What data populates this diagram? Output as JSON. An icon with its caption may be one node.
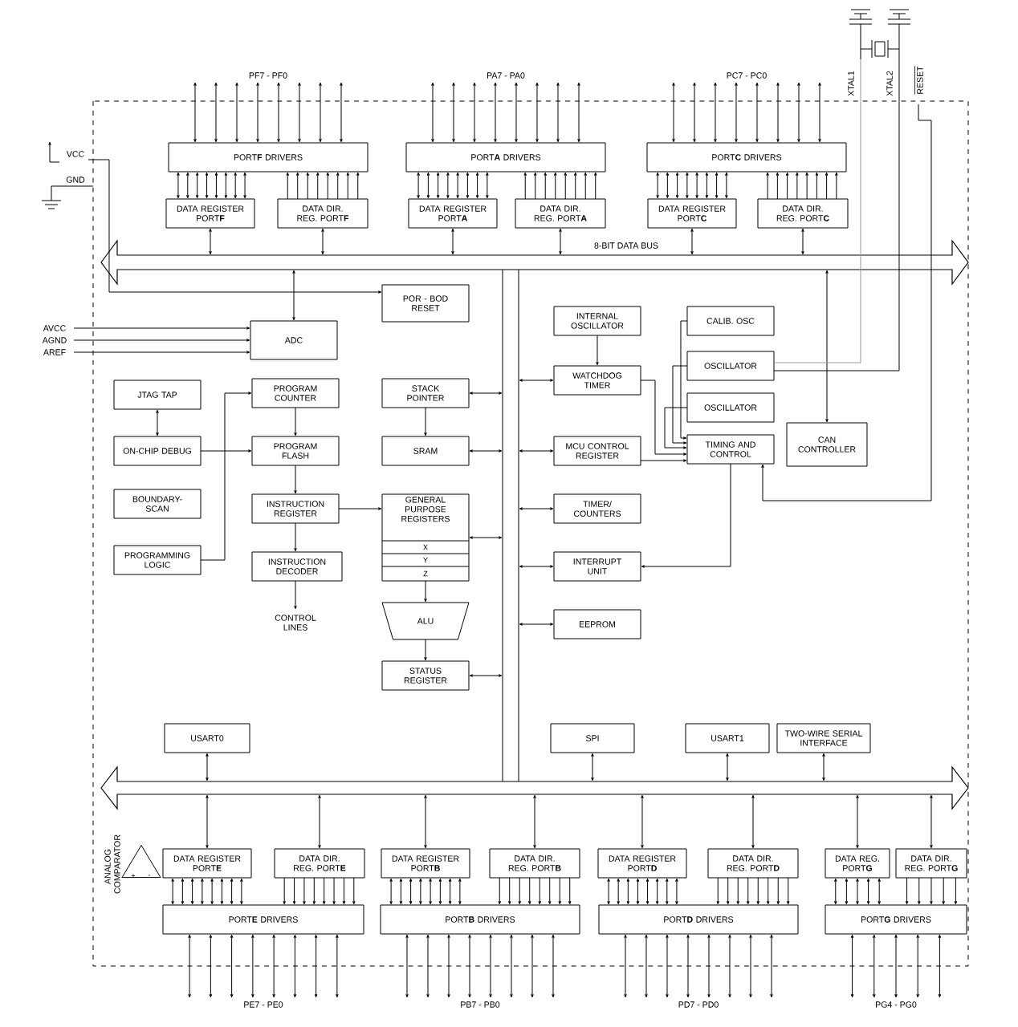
{
  "diagram": {
    "nodes": [
      {
        "text": [
          "PORT**F** DRIVERS"
        ]
      },
      {
        "text": [
          "DATA REGISTER PORT**F**"
        ]
      },
      {
        "text": [
          "DATA DIR. REG. PORT**F**"
        ]
      },
      {
        "text": [
          "PORT**A** DRIVERS"
        ]
      },
      {
        "text": [
          "DATA REGISTER PORT**A**"
        ]
      },
      {
        "text": [
          "DATA DIR. REG. PORT**A**"
        ]
      },
      {
        "text": [
          "PORT**C** DRIVERS"
        ]
      },
      {
        "text": [
          "DATA REGISTER PORT**C**"
        ]
      },
      {
        "text": [
          "DATA DIR. REG. PORT**C**"
        ]
      },
      {
        "text": [
          "POR - BOD RESET"
        ]
      },
      {
        "text": [
          "ADC"
        ]
      },
      {
        "text": [
          "JTAG TAP"
        ]
      },
      {
        "text": [
          "ON-CHIP DEBUG"
        ]
      },
      {
        "text": [
          "BOUNDARY-SCAN"
        ]
      },
      {
        "text": [
          "PROGRAMMING LOGIC"
        ]
      },
      {
        "text": [
          "PROGRAM COUNTER"
        ]
      },
      {
        "text": [
          "PROGRAM FLASH"
        ]
      },
      {
        "text": [
          "INSTRUCTION REGISTER"
        ]
      },
      {
        "text": [
          "INSTRUCTION DECODER"
        ]
      },
      {
        "text": [
          "CONTROL LINES"
        ]
      },
      {
        "text": [
          "STACK POINTER"
        ]
      },
      {
        "text": [
          "SRAM"
        ]
      },
      {
        "text": [
          "GENERAL PURPOSE REGISTERS"
        ]
      },
      {
        "text": [
          "ALU"
        ]
      },
      {
        "text": [
          "STATUS REGISTER"
        ]
      },
      {
        "text": [
          "INTERNAL OSCILLATOR"
        ]
      },
      {
        "text": [
          "WATCHDOG TIMER"
        ]
      },
      {
        "text": [
          "MCU CONTROL REGISTER"
        ]
      },
      {
        "text": [
          "TIMER/ COUNTERS"
        ]
      },
      {
        "text": [
          "INTERRUPT UNIT"
        ]
      },
      {
        "text": [
          "EEPROM"
        ]
      },
      {
        "text": [
          "CALIB. OSC"
        ]
      },
      {
        "text": [
          "OSCILLATOR"
        ]
      },
      {
        "text": [
          "OSCILLATOR"
        ]
      },
      {
        "text": [
          "TIMING AND CONTROL"
        ]
      },
      {
        "text": [
          "CAN CONTROLLER"
        ]
      },
      {
        "text": [
          "USART0"
        ]
      },
      {
        "text": [
          "SPI"
        ]
      },
      {
        "text": [
          "USART1"
        ]
      },
      {
        "text": [
          "TWO-WIRE SERIAL INTERFACE"
        ]
      },
      {
        "text": [
          "DATA REGISTER PORT**E**"
        ]
      },
      {
        "text": [
          "DATA DIR. REG. PORT**E**"
        ]
      },
      {
        "text": [
          "PORT**E** DRIVERS"
        ]
      },
      {
        "text": [
          "DATA REGISTER PORT**B**"
        ]
      },
      {
        "text": [
          "DATA DIR. REG. PORT**B**"
        ]
      },
      {
        "text": [
          "PORT**B** DRIVERS"
        ]
      },
      {
        "text": [
          "DATA REGISTER PORT**D**"
        ]
      },
      {
        "text": [
          "DATA DIR. REG. PORT**D**"
        ]
      },
      {
        "text": [
          "PORT**D** DRIVERS"
        ]
      },
      {
        "text": [
          "DATA REG. PORT**G**"
        ]
      },
      {
        "text": [
          "DATA DIR. REG. PORT**G**"
        ]
      },
      {
        "text": [
          "PORT**G** DRIVERS"
        ]
      },
      {
        "text": [],
        "shape": "triangle",
        "beside": [
          "ANALOG COMPARATOR"
        ]
      },
      {
        "text": [
          "8-BIT DATA BUS"
        ]
      },
      {
        "text": [],
        "shape": "bar"
      },
      {
        "text": [
          "PF7 - PF0"
        ]
      },
      {
        "text": [
          "PA7 - PA0"
        ]
      },
      {
        "text": [
          "PC7 - PC0"
        ]
      },
      {
        "text": [
          "RESET"
        ]
      },
      {
        "text": [
          "VCC"
        ]
      },
      {
        "text": [
          "AVCC"
        ]
      },
      {
        "text": [
          "AGND"
        ]
      },
      {
        "text": [
          "AREF"
        ]
      },
      {
        "text": [
          "PE7 - PE0"
        ]
      },
      {
        "text": [
          "PB7 - PB0"
        ]
      },
      {
        "text": [
          "PD7 - PD0"
        ]
      },
      {
        "text": [
          "PG4 - PG0"
        ]
      },
      {
        "text": [],
        "shape": "crystal"
      }
    ],
    "edges": [
      {
        "from": 0,
        "to": 55,
        "arrow": "both"
      },
      {
        "from": 0,
        "to": 55,
        "arrow": "both"
      },
      {
        "from": 0,
        "to": 55,
        "arrow": "both"
      },
      {
        "from": 0,
        "to": 55,
        "arrow": "both"
      },
      {
        "from": 0,
        "to": 55,
        "arrow": "both"
      },
      {
        "from": 0,
        "to": 55,
        "arrow": "both"
      },
      {
        "from": 0,
        "to": 55,
        "arrow": "both"
      },
      {
        "from": 0,
        "to": 55,
        "arrow": "both"
      },
      {
        "from": 3,
        "to": 56,
        "arrow": "both"
      },
      {
        "from": 3,
        "to": 56,
        "arrow": "both"
      },
      {
        "from": 3,
        "to": 56,
        "arrow": "both"
      },
      {
        "from": 3,
        "to": 56,
        "arrow": "both"
      },
      {
        "from": 3,
        "to": 56,
        "arrow": "both"
      },
      {
        "from": 3,
        "to": 56,
        "arrow": "both"
      },
      {
        "from": 3,
        "to": 56,
        "arrow": "both"
      },
      {
        "from": 3,
        "to": 56,
        "arrow": "both"
      },
      {
        "from": 6,
        "to": 57,
        "arrow": "both"
      },
      {
        "from": 6,
        "to": 57,
        "arrow": "both"
      },
      {
        "from": 6,
        "to": 57,
        "arrow": "both"
      },
      {
        "from": 6,
        "to": 57,
        "arrow": "both"
      },
      {
        "from": 6,
        "to": 57,
        "arrow": "both"
      },
      {
        "from": 6,
        "to": 57,
        "arrow": "both"
      },
      {
        "from": 6,
        "to": 57,
        "arrow": "both"
      },
      {
        "from": 6,
        "to": 57,
        "arrow": "both"
      },
      {
        "from": 1,
        "to": 0,
        "arrow": "both"
      },
      {
        "from": 1,
        "to": 0,
        "arrow": "both"
      },
      {
        "from": 1,
        "to": 0,
        "arrow": "both"
      },
      {
        "from": 1,
        "to": 0,
        "arrow": "both"
      },
      {
        "from": 1,
        "to": 0,
        "arrow": "both"
      },
      {
        "from": 1,
        "to": 0,
        "arrow": "both"
      },
      {
        "from": 1,
        "to": 0,
        "arrow": "both"
      },
      {
        "from": 1,
        "to": 0,
        "arrow": "both"
      },
      {
        "from": 2,
        "to": 0,
        "arrow": "to"
      },
      {
        "from": 2,
        "to": 0,
        "arrow": "to"
      },
      {
        "from": 2,
        "to": 0,
        "arrow": "to"
      },
      {
        "from": 2,
        "to": 0,
        "arrow": "to"
      },
      {
        "from": 2,
        "to": 0,
        "arrow": "to"
      },
      {
        "from": 2,
        "to": 0,
        "arrow": "to"
      },
      {
        "from": 2,
        "to": 0,
        "arrow": "to"
      },
      {
        "from": 2,
        "to": 0,
        "arrow": "to"
      },
      {
        "from": 4,
        "to": 3,
        "arrow": "both"
      },
      {
        "from": 4,
        "to": 3,
        "arrow": "both"
      },
      {
        "from": 4,
        "to": 3,
        "arrow": "both"
      },
      {
        "from": 4,
        "to": 3,
        "arrow": "both"
      },
      {
        "from": 4,
        "to": 3,
        "arrow": "both"
      },
      {
        "from": 4,
        "to": 3,
        "arrow": "both"
      },
      {
        "from": 4,
        "to": 3,
        "arrow": "both"
      },
      {
        "from": 4,
        "to": 3,
        "arrow": "both"
      },
      {
        "from": 5,
        "to": 3,
        "arrow": "to"
      },
      {
        "from": 5,
        "to": 3,
        "arrow": "to"
      },
      {
        "from": 5,
        "to": 3,
        "arrow": "to"
      },
      {
        "from": 5,
        "to": 3,
        "arrow": "to"
      },
      {
        "from": 5,
        "to": 3,
        "arrow": "to"
      },
      {
        "from": 5,
        "to": 3,
        "arrow": "to"
      },
      {
        "from": 5,
        "to": 3,
        "arrow": "to"
      },
      {
        "from": 5,
        "to": 3,
        "arrow": "to"
      },
      {
        "from": 7,
        "to": 6,
        "arrow": "both"
      },
      {
        "from": 7,
        "to": 6,
        "arrow": "both"
      },
      {
        "from": 7,
        "to": 6,
        "arrow": "both"
      },
      {
        "from": 7,
        "to": 6,
        "arrow": "both"
      },
      {
        "from": 7,
        "to": 6,
        "arrow": "both"
      },
      {
        "from": 7,
        "to": 6,
        "arrow": "both"
      },
      {
        "from": 7,
        "to": 6,
        "arrow": "both"
      },
      {
        "from": 7,
        "to": 6,
        "arrow": "both"
      },
      {
        "from": 8,
        "to": 6,
        "arrow": "to"
      },
      {
        "from": 8,
        "to": 6,
        "arrow": "to"
      },
      {
        "from": 8,
        "to": 6,
        "arrow": "to"
      },
      {
        "from": 8,
        "to": 6,
        "arrow": "to"
      },
      {
        "from": 8,
        "to": 6,
        "arrow": "to"
      },
      {
        "from": 8,
        "to": 6,
        "arrow": "to"
      },
      {
        "from": 8,
        "to": 6,
        "arrow": "to"
      },
      {
        "from": 8,
        "to": 6,
        "arrow": "to"
      },
      {
        "from": 1,
        "to": 53,
        "arrow": "both"
      },
      {
        "from": 2,
        "to": 53,
        "arrow": "both"
      },
      {
        "from": 4,
        "to": 53,
        "arrow": "both"
      },
      {
        "from": 5,
        "to": 53,
        "arrow": "both"
      },
      {
        "from": 7,
        "to": 53,
        "arrow": "both"
      },
      {
        "from": 8,
        "to": 53,
        "arrow": "both"
      },
      {
        "from": 53,
        "to": 10,
        "arrow": "both"
      },
      {
        "from": 53,
        "to": 35,
        "arrow": "both"
      },
      {
        "from": 53,
        "to": 54,
        "arrow": "none"
      },
      {
        "from": 53,
        "to": 54,
        "arrow": "none"
      },
      {
        "from": 59,
        "to": 9,
        "arrow": "to"
      },
      {
        "from": 60,
        "to": 10,
        "arrow": "to"
      },
      {
        "from": 61,
        "to": 10,
        "arrow": "to"
      },
      {
        "from": 62,
        "to": 10,
        "arrow": "to"
      },
      {
        "from": 11,
        "to": 12,
        "arrow": "both"
      },
      {
        "from": 12,
        "to": 16,
        "arrow": "to"
      },
      {
        "from": 14,
        "to": 15,
        "arrow": "to"
      },
      {
        "from": 15,
        "to": 16,
        "arrow": "to"
      },
      {
        "from": 16,
        "to": 17,
        "arrow": "to"
      },
      {
        "from": 17,
        "to": 18,
        "arrow": "to"
      },
      {
        "from": 18,
        "to": 19,
        "arrow": "to"
      },
      {
        "from": 17,
        "to": 22,
        "arrow": "to"
      },
      {
        "from": 20,
        "to": 21,
        "arrow": "to"
      },
      {
        "from": 22,
        "to": 23,
        "arrow": "to"
      },
      {
        "from": 23,
        "to": 24,
        "arrow": "to"
      },
      {
        "from": 20,
        "to": null,
        "arrow": "both"
      },
      {
        "from": 21,
        "to": null,
        "arrow": "both"
      },
      {
        "from": 22,
        "to": null,
        "arrow": "both"
      },
      {
        "from": 24,
        "to": null,
        "arrow": "both"
      },
      {
        "from": 25,
        "to": 26,
        "arrow": "to"
      },
      {
        "from": 26,
        "to": null,
        "arrow": "both"
      },
      {
        "from": 27,
        "to": null,
        "arrow": "both"
      },
      {
        "from": 28,
        "to": null,
        "arrow": "both"
      },
      {
        "from": 29,
        "to": null,
        "arrow": "both"
      },
      {
        "from": 30,
        "to": null,
        "arrow": "both"
      },
      {
        "from": 26,
        "to": 34,
        "arrow": "to"
      },
      {
        "from": 27,
        "to": 34,
        "arrow": "to"
      },
      {
        "from": 31,
        "to": 34,
        "arrow": "to"
      },
      {
        "from": 32,
        "to": 34,
        "arrow": "to"
      },
      {
        "from": 33,
        "to": 34,
        "arrow": "to"
      },
      {
        "from": 34,
        "to": 29,
        "arrow": "to"
      },
      {
        "from": 67,
        "to": 32,
        "arrow": "none",
        "color": "#999999"
      },
      {
        "from": 67,
        "to": 32,
        "arrow": "none"
      },
      {
        "from": 58,
        "to": 34,
        "arrow": "to"
      },
      {
        "from": 36,
        "to": 54,
        "arrow": "both"
      },
      {
        "from": 37,
        "to": 54,
        "arrow": "both"
      },
      {
        "from": 38,
        "to": 54,
        "arrow": "both"
      },
      {
        "from": 39,
        "to": 54,
        "arrow": "both"
      },
      {
        "from": 54,
        "to": 40,
        "arrow": "both"
      },
      {
        "from": 54,
        "to": 41,
        "arrow": "both"
      },
      {
        "from": 54,
        "to": 43,
        "arrow": "both"
      },
      {
        "from": 54,
        "to": 44,
        "arrow": "both"
      },
      {
        "from": 54,
        "to": 46,
        "arrow": "both"
      },
      {
        "from": 54,
        "to": 47,
        "arrow": "both"
      },
      {
        "from": 54,
        "to": 49,
        "arrow": "both"
      },
      {
        "from": 54,
        "to": 50,
        "arrow": "both"
      },
      {
        "from": 40,
        "to": 42,
        "arrow": "both"
      },
      {
        "from": 40,
        "to": 42,
        "arrow": "both"
      },
      {
        "from": 40,
        "to": 42,
        "arrow": "both"
      },
      {
        "from": 40,
        "to": 42,
        "arrow": "both"
      },
      {
        "from": 40,
        "to": 42,
        "arrow": "both"
      },
      {
        "from": 40,
        "to": 42,
        "arrow": "both"
      },
      {
        "from": 40,
        "to": 42,
        "arrow": "both"
      },
      {
        "from": 40,
        "to": 42,
        "arrow": "both"
      },
      {
        "from": 41,
        "to": 42,
        "arrow": "to"
      },
      {
        "from": 41,
        "to": 42,
        "arrow": "to"
      },
      {
        "from": 41,
        "to": 42,
        "arrow": "to"
      },
      {
        "from": 41,
        "to": 42,
        "arrow": "to"
      },
      {
        "from": 41,
        "to": 42,
        "arrow": "to"
      },
      {
        "from": 41,
        "to": 42,
        "arrow": "to"
      },
      {
        "from": 41,
        "to": 42,
        "arrow": "to"
      },
      {
        "from": 41,
        "to": 42,
        "arrow": "to"
      },
      {
        "from": 43,
        "to": 45,
        "arrow": "both"
      },
      {
        "from": 43,
        "to": 45,
        "arrow": "both"
      },
      {
        "from": 43,
        "to": 45,
        "arrow": "both"
      },
      {
        "from": 43,
        "to": 45,
        "arrow": "both"
      },
      {
        "from": 43,
        "to": 45,
        "arrow": "both"
      },
      {
        "from": 43,
        "to": 45,
        "arrow": "both"
      },
      {
        "from": 43,
        "to": 45,
        "arrow": "both"
      },
      {
        "from": 43,
        "to": 45,
        "arrow": "both"
      },
      {
        "from": 44,
        "to": 45,
        "arrow": "to"
      },
      {
        "from": 44,
        "to": 45,
        "arrow": "to"
      },
      {
        "from": 44,
        "to": 45,
        "arrow": "to"
      },
      {
        "from": 44,
        "to": 45,
        "arrow": "to"
      },
      {
        "from": 44,
        "to": 45,
        "arrow": "to"
      },
      {
        "from": 44,
        "to": 45,
        "arrow": "to"
      },
      {
        "from": 44,
        "to": 45,
        "arrow": "to"
      },
      {
        "from": 44,
        "to": 45,
        "arrow": "to"
      },
      {
        "from": 46,
        "to": 48,
        "arrow": "both"
      },
      {
        "from": 46,
        "to": 48,
        "arrow": "both"
      },
      {
        "from": 46,
        "to": 48,
        "arrow": "both"
      },
      {
        "from": 46,
        "to": 48,
        "arrow": "both"
      },
      {
        "from": 46,
        "to": 48,
        "arrow": "both"
      },
      {
        "from": 46,
        "to": 48,
        "arrow": "both"
      },
      {
        "from": 46,
        "to": 48,
        "arrow": "both"
      },
      {
        "from": 46,
        "to": 48,
        "arrow": "both"
      },
      {
        "from": 47,
        "to": 48,
        "arrow": "to"
      },
      {
        "from": 47,
        "to": 48,
        "arrow": "to"
      },
      {
        "from": 47,
        "to": 48,
        "arrow": "to"
      },
      {
        "from": 47,
        "to": 48,
        "arrow": "to"
      },
      {
        "from": 47,
        "to": 48,
        "arrow": "to"
      },
      {
        "from": 47,
        "to": 48,
        "arrow": "to"
      },
      {
        "from": 47,
        "to": 48,
        "arrow": "to"
      },
      {
        "from": 47,
        "to": 48,
        "arrow": "to"
      },
      {
        "from": 49,
        "to": 51,
        "arrow": "both"
      },
      {
        "from": 49,
        "to": 51,
        "arrow": "both"
      },
      {
        "from": 49,
        "to": 51,
        "arrow": "both"
      },
      {
        "from": 49,
        "to": 51,
        "arrow": "both"
      },
      {
        "from": 49,
        "to": 51,
        "arrow": "both"
      },
      {
        "from": 50,
        "to": 51,
        "arrow": "to"
      },
      {
        "from": 50,
        "to": 51,
        "arrow": "to"
      },
      {
        "from": 50,
        "to": 51,
        "arrow": "to"
      },
      {
        "from": 50,
        "to": 51,
        "arrow": "to"
      },
      {
        "from": 50,
        "to": 51,
        "arrow": "to"
      },
      {
        "from": 42,
        "to": 63,
        "arrow": "both"
      },
      {
        "from": 42,
        "to": 63,
        "arrow": "both"
      },
      {
        "from": 42,
        "to": 63,
        "arrow": "both"
      },
      {
        "from": 42,
        "to": 63,
        "arrow": "both"
      },
      {
        "from": 42,
        "to": 63,
        "arrow": "both"
      },
      {
        "from": 42,
        "to": 63,
        "arrow": "both"
      },
      {
        "from": 42,
        "to": 63,
        "arrow": "both"
      },
      {
        "from": 42,
        "to": 63,
        "arrow": "both"
      },
      {
        "from": 45,
        "to": 64,
        "arrow": "both"
      },
      {
        "from": 45,
        "to": 64,
        "arrow": "both"
      },
      {
        "from": 45,
        "to": 64,
        "arrow": "both"
      },
      {
        "from": 45,
        "to": 64,
        "arrow": "both"
      },
      {
        "from": 45,
        "to": 64,
        "arrow": "both"
      },
      {
        "from": 45,
        "to": 64,
        "arrow": "both"
      },
      {
        "from": 45,
        "to": 64,
        "arrow": "both"
      },
      {
        "from": 45,
        "to": 64,
        "arrow": "both"
      },
      {
        "from": 48,
        "to": 65,
        "arrow": "both"
      },
      {
        "from": 48,
        "to": 65,
        "arrow": "both"
      },
      {
        "from": 48,
        "to": 65,
        "arrow": "both"
      },
      {
        "from": 48,
        "to": 65,
        "arrow": "both"
      },
      {
        "from": 48,
        "to": 65,
        "arrow": "both"
      },
      {
        "from": 48,
        "to": 65,
        "arrow": "both"
      },
      {
        "from": 48,
        "to": 65,
        "arrow": "both"
      },
      {
        "from": 48,
        "to": 65,
        "arrow": "both"
      },
      {
        "from": 51,
        "to": 66,
        "arrow": "both"
      },
      {
        "from": 51,
        "to": 66,
        "arrow": "both"
      },
      {
        "from": 51,
        "to": 66,
        "arrow": "both"
      },
      {
        "from": 51,
        "to": 66,
        "arrow": "both"
      },
      {
        "from": 51,
        "to": 66,
        "arrow": "both"
      }
    ],
    "labels": [
      "XTAL1",
      "XTAL2",
      "GND",
      "X",
      "Y",
      "Z",
      "+",
      "-"
    ]
  }
}
